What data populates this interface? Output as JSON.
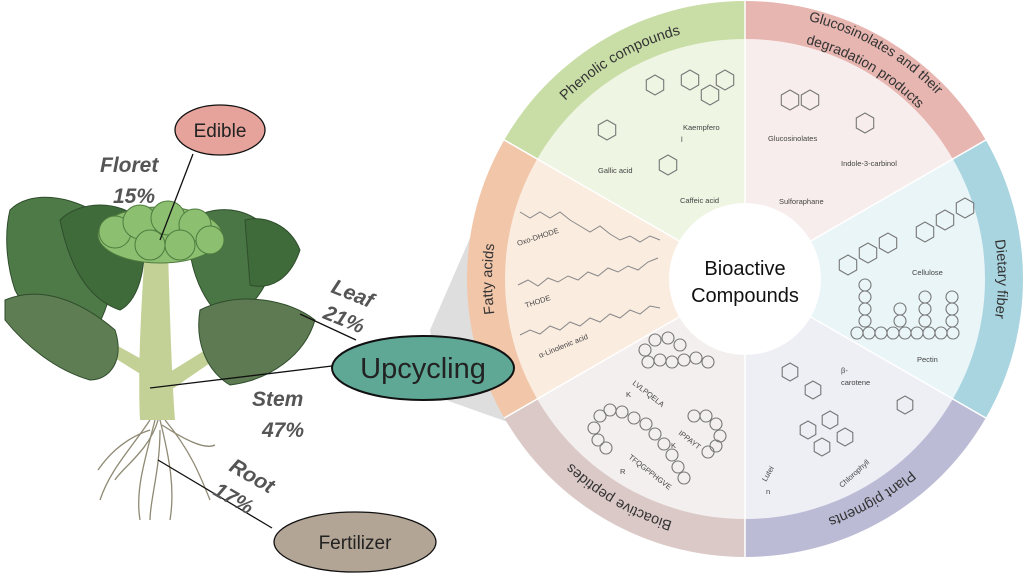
{
  "plant": {
    "parts": [
      {
        "name": "Floret",
        "percent": "15%"
      },
      {
        "name": "Leaf",
        "percent": "21%"
      },
      {
        "name": "Stem",
        "percent": "47%"
      },
      {
        "name": "Root",
        "percent": "17%"
      }
    ],
    "uses": {
      "edible": "Edible",
      "upcycling": "Upcycling",
      "fertilizer": "Fertilizer"
    }
  },
  "wheel": {
    "center_title_line1": "Bioactive",
    "center_title_line2": "Compounds",
    "sectors": [
      {
        "label": "Phenolic compounds",
        "band_color": "#c9dda6",
        "fill_color": "#eef5e3",
        "compounds": [
          "Kaempfero",
          "l",
          "Gallic acid",
          "Caffeic acid"
        ]
      },
      {
        "label_line1": "Glucosinolates and their",
        "label_line2": "degradation products",
        "band_color": "#e7b6b1",
        "fill_color": "#f8eded",
        "compounds": [
          "Glucosinolates",
          "Indole-3-carbinol",
          "Sulforaphane"
        ]
      },
      {
        "label": "Dietary fiber",
        "band_color": "#a9d5e1",
        "fill_color": "#eaf5f8",
        "compounds": [
          "Cellulose",
          "Pectin"
        ]
      },
      {
        "label": "Plant pigments",
        "band_color": "#bbbbd6",
        "fill_color": "#eeeef5",
        "compounds": [
          "β-",
          "carotene",
          "Lutei",
          "n",
          "Chlorophyll"
        ]
      },
      {
        "label": "Bioactive peptides",
        "band_color": "#dbc9c7",
        "fill_color": "#f3efee",
        "compounds": [
          "LVLPQELA",
          "K",
          "IPPAYT",
          "K",
          "TFQGPPHGVE",
          "R"
        ]
      },
      {
        "label": "Fatty acids",
        "band_color": "#f1c6a9",
        "fill_color": "#fbece0",
        "compounds": [
          "Oxo-DHODE",
          "THODE",
          "α-Linolenic acid"
        ]
      }
    ]
  },
  "colors": {
    "edible": "#e6a39b",
    "upcycling": "#5fa896",
    "fertilizer": "#b3a595",
    "plant_dark": "#4f7a4a",
    "plant_light": "#8cbf70",
    "stem": "#bfcf8e"
  }
}
